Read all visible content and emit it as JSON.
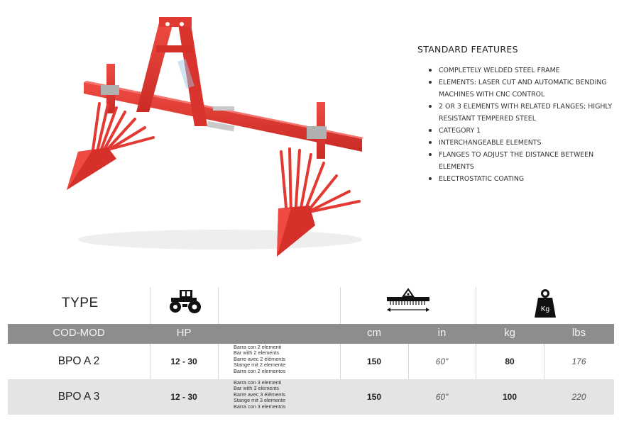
{
  "features": {
    "title": "STANDARD FEATURES",
    "items": [
      "COMPLETELY WELDED STEEL FRAME",
      "ELEMENTS: LASER CUT AND AUTOMATIC BENDING MACHINES WITH CNC CONTROL",
      "2 OR 3 ELEMENTS WITH RELATED FLANGES; HIGHLY RESISTANT TEMPERED STEEL",
      "CATEGORY 1",
      "INTERCHANGEABLE ELEMENTS",
      "FLANGES TO ADJUST THE DISTANCE BETWEEN ELEMENTS",
      "ELECTROSTATIC COATING"
    ]
  },
  "table": {
    "type_label": "TYPE",
    "weight_icon_text": "Kg",
    "icons": [
      "tractor-icon",
      "width-icon",
      "weight-icon"
    ],
    "columns": {
      "model": "COD-MOD",
      "hp": "HP",
      "cm": "cm",
      "in": "in",
      "kg": "kg",
      "lbs": "lbs"
    },
    "rows": [
      {
        "model": "BPO A 2",
        "hp": "12 - 30",
        "desc": [
          "Barra con 2 elementi",
          "Bar with 2 elements",
          "Barre avec 2 éléments",
          "Stange mit 2 elemente",
          "Barra con 2 elementos"
        ],
        "cm": "150",
        "in": "60\"",
        "kg": "80",
        "lbs": "176"
      },
      {
        "model": "BPO A 3",
        "hp": "12 - 30",
        "desc": [
          "Barra con 3 elementi",
          "Bar with 3 elements",
          "Barre avec 3 éléments",
          "Stange mit 3 elemente",
          "Barra con 3 elementos"
        ],
        "cm": "150",
        "in": "60\"",
        "kg": "100",
        "lbs": "220"
      }
    ]
  },
  "colors": {
    "implement_red": "#e23a33",
    "header_grey": "#8d8d8d",
    "row_alt": "#e4e4e4"
  }
}
